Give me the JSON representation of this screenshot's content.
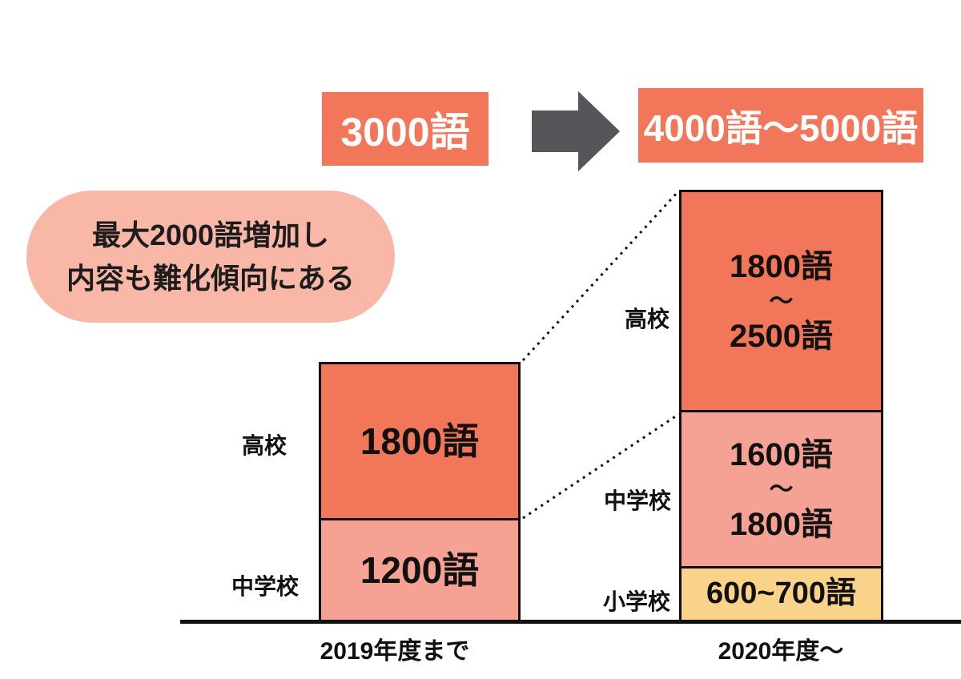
{
  "totals": {
    "before": "3000語",
    "after": "4000語〜5000語"
  },
  "callout": {
    "line1": "最大2000語増加し",
    "line2": "内容も難化傾向にある"
  },
  "bars": {
    "before": {
      "axis_label": "2019年度まで",
      "hs_label": "高校",
      "hs_value": "1800語",
      "jhs_label": "中学校",
      "jhs_value": "1200語"
    },
    "after": {
      "axis_label": "2020年度〜",
      "hs_label": "高校",
      "hs_from": "1800語",
      "hs_tilde": "〜",
      "hs_to": "2500語",
      "jhs_label": "中学校",
      "jhs_from": "1600語",
      "jhs_tilde": "〜",
      "jhs_to": "1800語",
      "es_label": "小学校",
      "es_value": "600~700語"
    }
  },
  "colors": {
    "accent_orange": "#F2765A",
    "light_salmon": "#F5A294",
    "yellow": "#FAD38A",
    "bubble_pink": "#F8B7A7",
    "arrow_gray": "#55565A",
    "ink": "#111111"
  },
  "chart_data": {
    "type": "bar",
    "subtype": "stacked-comparison",
    "unit": "語",
    "categories": [
      "2019年度まで",
      "2020年度〜"
    ],
    "columns": [
      {
        "label": "2019年度まで",
        "total_label": "3000語",
        "total_min": 3000,
        "total_max": 3000,
        "segments": [
          {
            "name": "中学校",
            "min": 1200,
            "max": 1200,
            "label": "1200語",
            "color": "#F5A294"
          },
          {
            "name": "高校",
            "min": 1800,
            "max": 1800,
            "label": "1800語",
            "color": "#F2765A"
          }
        ]
      },
      {
        "label": "2020年度〜",
        "total_label": "4000語〜5000語",
        "total_min": 4000,
        "total_max": 5000,
        "segments": [
          {
            "name": "小学校",
            "min": 600,
            "max": 700,
            "label": "600~700語",
            "color": "#FAD38A"
          },
          {
            "name": "中学校",
            "min": 1600,
            "max": 1800,
            "label": "1600語〜1800語",
            "color": "#F5A294"
          },
          {
            "name": "高校",
            "min": 1800,
            "max": 2500,
            "label": "1800語〜2500語",
            "color": "#F2765A"
          }
        ]
      }
    ],
    "annotation": "最大2000語増加し内容も難化傾向にある",
    "legend_position": "none",
    "grid": false
  }
}
